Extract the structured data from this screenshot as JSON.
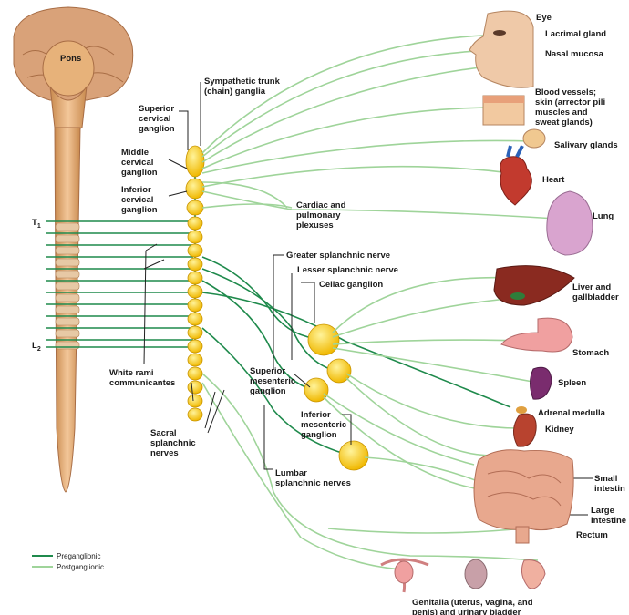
{
  "diagram": {
    "brain_label": "Pons",
    "spinal_markers": {
      "top": "T",
      "top_sub": "1",
      "bottom": "L",
      "bottom_sub": "2"
    },
    "left_labels": {
      "superior_cervical": [
        "Superior",
        "cervical",
        "ganglion"
      ],
      "middle_cervical": [
        "Middle",
        "cervical",
        "ganglion"
      ],
      "inferior_cervical": [
        "Inferior",
        "cervical",
        "ganglion"
      ],
      "white_rami": [
        "White rami",
        "communicantes"
      ],
      "sacral_splanchnic": [
        "Sacral",
        "splanchnic",
        "nerves"
      ]
    },
    "center_labels": {
      "sympathetic_trunk": [
        "Sympathetic trunk",
        "(chain) ganglia"
      ],
      "cardiac_plexuses": [
        "Cardiac and",
        "pulmonary",
        "plexuses"
      ],
      "greater_splanchnic": "Greater splanchnic nerve",
      "lesser_splanchnic": "Lesser splanchnic nerve",
      "celiac_ganglion": "Celiac ganglion",
      "superior_mesenteric": [
        "Superior",
        "mesenteric",
        "ganglion"
      ],
      "inferior_mesenteric": [
        "Inferior",
        "mesenteric",
        "ganglion"
      ],
      "lumbar_splanchnic": [
        "Lumbar",
        "splanchnic nerves"
      ]
    },
    "organs": {
      "eye": "Eye",
      "lacrimal": "Lacrimal gland",
      "nasal": "Nasal mucosa",
      "blood_vessels": [
        "Blood vessels;",
        "skin (arrector pili",
        "muscles and",
        "sweat glands)"
      ],
      "salivary": "Salivary glands",
      "heart": "Heart",
      "lung": "Lung",
      "liver": [
        "Liver and",
        "gallbladder"
      ],
      "stomach": "Stomach",
      "spleen": "Spleen",
      "adrenal": "Adrenal medulla",
      "kidney": "Kidney",
      "small_intestine": [
        "Small",
        "intestin"
      ],
      "large_intestine": [
        "Large",
        "intestine"
      ],
      "rectum": "Rectum",
      "genitalia": [
        "Genitalia (uterus, vagina, and",
        "penis) and urinary bladder"
      ]
    },
    "legend": {
      "preganglionic": "Preganglionic",
      "postganglionic": "Postganglionic",
      "pre_color": "#1f8a4c",
      "post_color": "#9fd49a"
    },
    "colors": {
      "spine": "#e7b27a",
      "ganglion": "#f5c518",
      "brain": "#d9a279"
    }
  }
}
